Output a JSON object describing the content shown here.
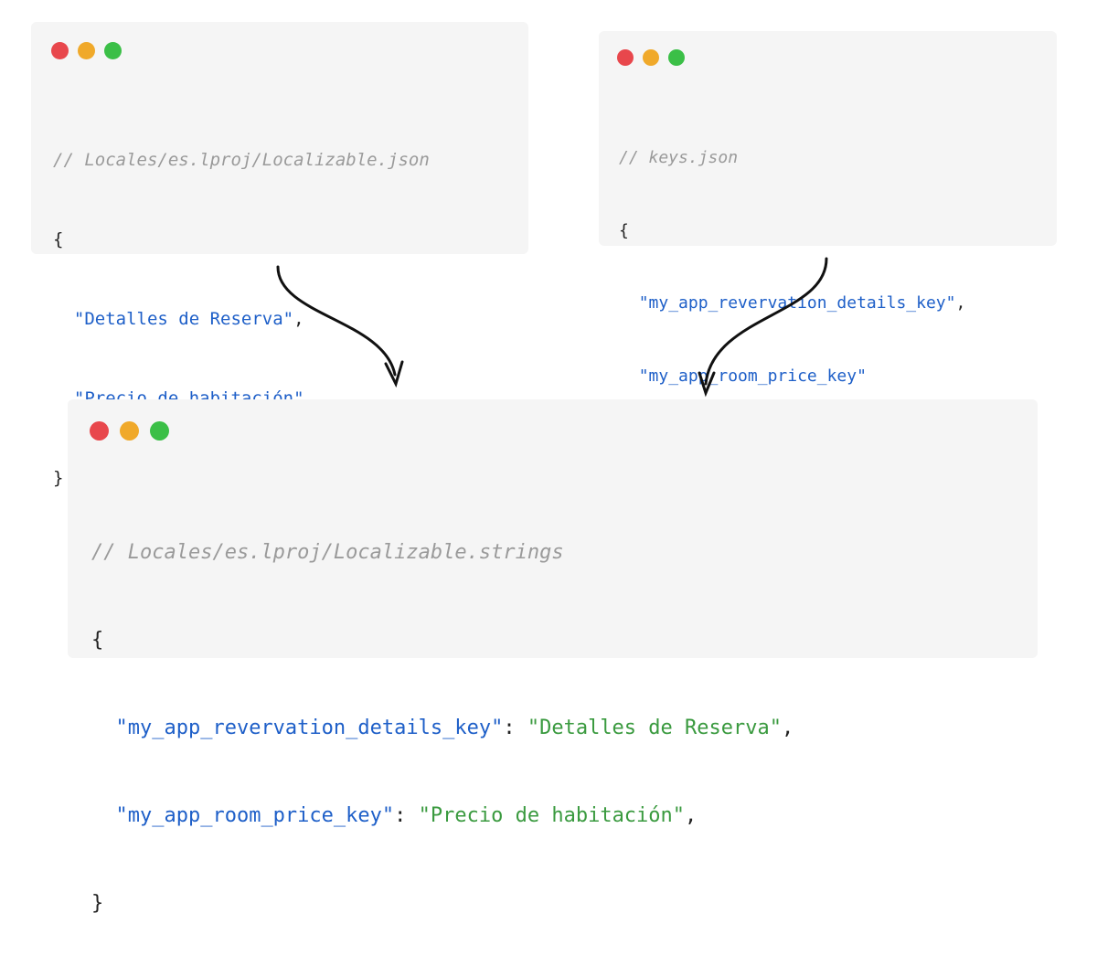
{
  "panel_1": {
    "comment": "// Locales/es.lproj/Localizable.json",
    "open_brace": "{",
    "items": [
      "\"Detalles de Reserva\"",
      "\"Precio de habitación\""
    ],
    "close_brace": "}"
  },
  "panel_2": {
    "comment": "// keys.json",
    "open_brace": "{",
    "items": [
      "\"my_app_revervation_details_key\"",
      "\"my_app_room_price_key\""
    ],
    "close_brace": "}"
  },
  "panel_3": {
    "comment": "// Locales/es.lproj/Localizable.strings",
    "open_brace": "{",
    "entries": [
      {
        "key": "\"my_app_revervation_details_key\"",
        "value": "\"Detalles de Reserva\""
      },
      {
        "key": "\"my_app_room_price_key\"",
        "value": "\"Precio de habitación\""
      }
    ],
    "close_brace": "}"
  },
  "colors": {
    "panel_bg": "#f5f5f5",
    "dot_red": "#e8474c",
    "dot_yellow": "#f0a92a",
    "dot_green": "#3bbf47",
    "key_blue": "#1e5fc8",
    "value_green": "#3a9a3f",
    "comment_gray": "#9a9a9a"
  }
}
